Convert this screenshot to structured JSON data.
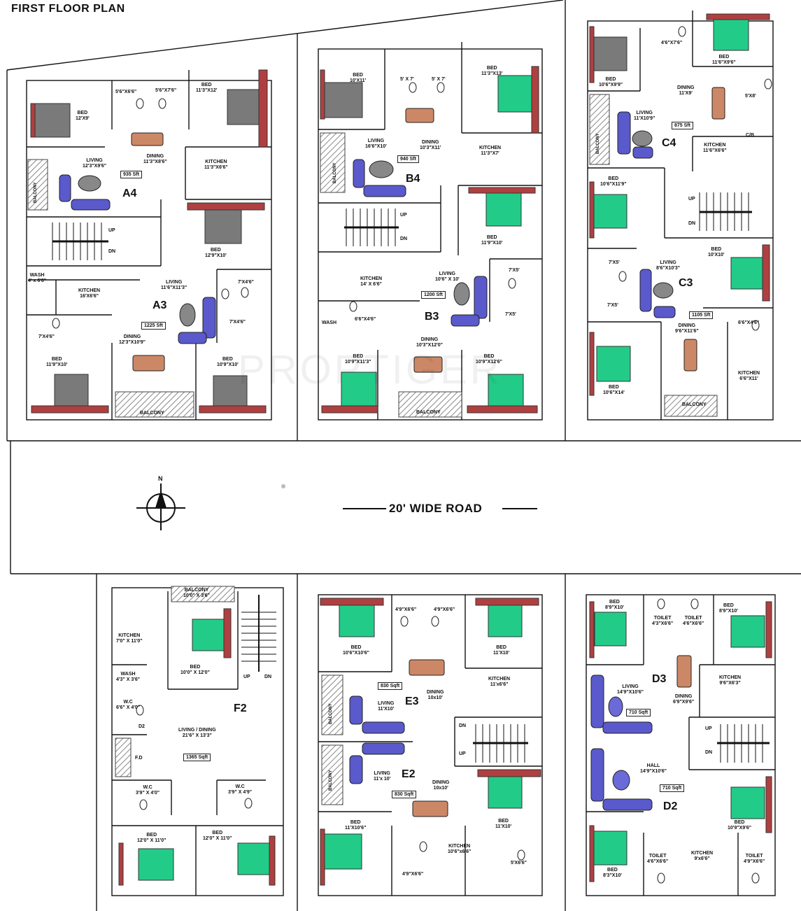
{
  "title": "FIRST FLOOR PLAN",
  "road": "20' WIDE ROAD",
  "north": "N",
  "watermark": "PROPTIGER",
  "colors": {
    "bed": "#22cc88",
    "bed_grey": "#7a7a7a",
    "sofa": "#5a5acc",
    "dining": "#cc8866",
    "headboard": "#b04040",
    "balcony_hatch": "#999999",
    "line": "#111111"
  },
  "units": {
    "a4": {
      "name": "A4",
      "area": "935 Sft",
      "bed1": {
        "name": "BED",
        "size": "12'X9'"
      },
      "bed2": {
        "name": "BED",
        "size": "11'3\"X12'"
      },
      "toilet1": "5'6\"X6'6\"",
      "toilet2": "5'6\"X7'6\"",
      "living": {
        "name": "LIVING",
        "size": "12'3\"X9'6\""
      },
      "dining": {
        "name": "DINING",
        "size": "11'3\"X8'6\""
      },
      "kitchen": {
        "name": "KITCHEN",
        "size": "11'3\"X6'6\""
      },
      "balcony": "BALCONY"
    },
    "a3": {
      "name": "A3",
      "area": "1225 Sft",
      "bed1": {
        "name": "BED",
        "size": "12'9\"X10'"
      },
      "bed2": {
        "name": "BED",
        "size": "11'9\"X10'"
      },
      "bed3": {
        "name": "BED",
        "size": "10'9\"X10'"
      },
      "wash": {
        "name": "WASH",
        "size": "4' x 6'6\""
      },
      "kitchen": {
        "name": "KITCHEN",
        "size": "16'X6'6\""
      },
      "living": {
        "name": "LIVING",
        "size": "11'6\"X11'3\""
      },
      "dining": {
        "name": "DINING",
        "size": "12'3\"X10'9\""
      },
      "toilet1": "7'X4'6\"",
      "toilet2": "7'X4'6\"",
      "toilet3": "7'X4'6\"",
      "balcony": "BALCONY"
    },
    "b4": {
      "name": "B4",
      "area": "940 Sft",
      "bed1": {
        "name": "BED",
        "size": "10'X11'"
      },
      "bed2": {
        "name": "BED",
        "size": "11'3\"X13'"
      },
      "toilet1": "5' X 7'",
      "toilet2": "5' X 7'",
      "living": {
        "name": "LIVING",
        "size": "16'6\"X10'"
      },
      "dining": {
        "name": "DINING",
        "size": "10'3\"X11'"
      },
      "kitchen": {
        "name": "KITCHEN",
        "size": "11'3\"X7'"
      },
      "balcony": "BALCONY"
    },
    "b3": {
      "name": "B3",
      "area": "1200 Sft",
      "bed1": {
        "name": "BED",
        "size": "11'9\"X10'"
      },
      "bed2": {
        "name": "BED",
        "size": "10'9\"X11'3\""
      },
      "bed3": {
        "name": "BED",
        "size": "10'9\"X12'6\""
      },
      "kitchen": {
        "name": "KITCHEN",
        "size": "14' X 6'6\""
      },
      "living": {
        "name": "LIVING",
        "size": "10'6\" X 10'"
      },
      "dining": {
        "name": "DINING",
        "size": "10'3\"X12'0\""
      },
      "wash": "WASH",
      "toilet1": "6'6\"X4'6\"",
      "toilet2": "7'X5'",
      "toilet3": "7'X5'",
      "balcony": "BALCONY"
    },
    "c4": {
      "name": "C4",
      "area": "875 Sft",
      "bed1": {
        "name": "BED",
        "size": "10'6\"X9'9\""
      },
      "bed2": {
        "name": "BED",
        "size": "11'6\"X9'6\""
      },
      "bed3": {
        "name": "BED",
        "size": "10'6\"X11'9\""
      },
      "toilet1": "4'6\"X7'6\"",
      "toilet2": "5'X8'",
      "living": {
        "name": "LIVING",
        "size": "11'X10'9\""
      },
      "dining": {
        "name": "DINING",
        "size": "11'X9'"
      },
      "kitchen": {
        "name": "KITCHEN",
        "size": "11'6\"X6'6\""
      },
      "cb": "C/B",
      "balcony": "BALCONY"
    },
    "c3": {
      "name": "C3",
      "area": "1105 Sft",
      "bed1": {
        "name": "BED",
        "size": "10'X10'"
      },
      "bed2": {
        "name": "BED",
        "size": "10'6\"X14'"
      },
      "living": {
        "name": "LIVING",
        "size": "8'6\"X10'3\""
      },
      "dining": {
        "name": "DINING",
        "size": "9'6\"X11'6\""
      },
      "kitchen": {
        "name": "KITCHEN",
        "size": "6'6\"X11'"
      },
      "toilet1": "7'X5'",
      "toilet2": "7'X5'",
      "toilet3": "6'6\"X4'6\"",
      "balcony": "BALCONY"
    },
    "f2": {
      "name": "F2",
      "area": "1365 Sqft",
      "kitchen": {
        "name": "KITCHEN",
        "size": "7'0\" X 11'0\""
      },
      "bed1": {
        "name": "BED",
        "size": "10'0\" X 12'0\""
      },
      "bed2": {
        "name": "BED",
        "size": "12'0\" X 11'0\""
      },
      "bed3": {
        "name": "BED",
        "size": "12'0\" X 11'0\""
      },
      "living": {
        "name": "LIVING / DINING",
        "size": "21'6\" X 13'3\""
      },
      "balcony": {
        "name": "BALCONY",
        "size": "10'0\" X 3'6\""
      },
      "wash": {
        "name": "WASH",
        "size": "4'3\" X 3'6\""
      },
      "wc1": {
        "name": "W.C",
        "size": "3'9\" X 4'0\""
      },
      "wc2": {
        "name": "W.C",
        "size": "3'9\" X 4'9\""
      },
      "wc3": {
        "name": "W.C",
        "size": "6'6\" X 4'0\""
      },
      "d2": "D2",
      "fd": "F.D",
      "up": "UP",
      "dn": "DN"
    },
    "e3": {
      "name": "E3",
      "area": "830 Sqft",
      "bed1": {
        "name": "BED",
        "size": "10'6\"X10'6\""
      },
      "bed2": {
        "name": "BED",
        "size": "11'X10'"
      },
      "toilet1": "4'9\"X6'6\"",
      "toilet2": "4'9\"X6'6\"",
      "living": {
        "name": "LIVING",
        "size": "11'X10'"
      },
      "dining": {
        "name": "DINING",
        "size": "10x10'"
      },
      "kitchen": {
        "name": "KITCHEN",
        "size": "11'x6'6\""
      },
      "balcony": "BALCONY"
    },
    "e2": {
      "name": "E2",
      "area": "830 Sqft",
      "bed1": {
        "name": "BED",
        "size": "11'X10'6\""
      },
      "bed2": {
        "name": "BED",
        "size": "11'X10'"
      },
      "toilet1": "4'9\"X6'6\"",
      "toilet2": "5'X6'6\"",
      "living": {
        "name": "LIVING",
        "size": "11'x 10'"
      },
      "dining": {
        "name": "DINING",
        "size": "10x10'"
      },
      "kitchen": {
        "name": "KITCHEN",
        "size": "10'6\"x6'6\""
      },
      "balcony": "BALCONY"
    },
    "d3": {
      "name": "D3",
      "area": "710 Sqft",
      "bed1": {
        "name": "BED",
        "size": "8'9\"X10'"
      },
      "bed2": {
        "name": "BED",
        "size": "8'9\"X10'"
      },
      "toilet1": {
        "name": "TOILET",
        "size": "4'3\"X6'6\""
      },
      "toilet2": {
        "name": "TOILET",
        "size": "4'6\"X6'6\""
      },
      "living": {
        "name": "LIVING",
        "size": "14'9\"X10'6\""
      },
      "dining": {
        "name": "DINING",
        "size": "6'9\"X9'6\""
      },
      "kitchen": {
        "name": "KITCHEN",
        "size": "9'6\"X6'3\""
      }
    },
    "d2": {
      "name": "D2",
      "area": "710 Sqft",
      "hall": {
        "name": "HALL",
        "size": "14'9\"X10'6\""
      },
      "bed1": {
        "name": "BED",
        "size": "10'9\"X9'6\""
      },
      "bed2": {
        "name": "BED",
        "size": "8'3\"X10'"
      },
      "toilet1": {
        "name": "TOILET",
        "size": "4'6\"X6'6\""
      },
      "toilet2": {
        "name": "TOILET",
        "size": "4'9\"X6'6\""
      },
      "kitchen": {
        "name": "KITCHEN",
        "size": "9'x6'6\""
      }
    }
  },
  "stairs": {
    "up": "UP",
    "dn": "DN"
  }
}
